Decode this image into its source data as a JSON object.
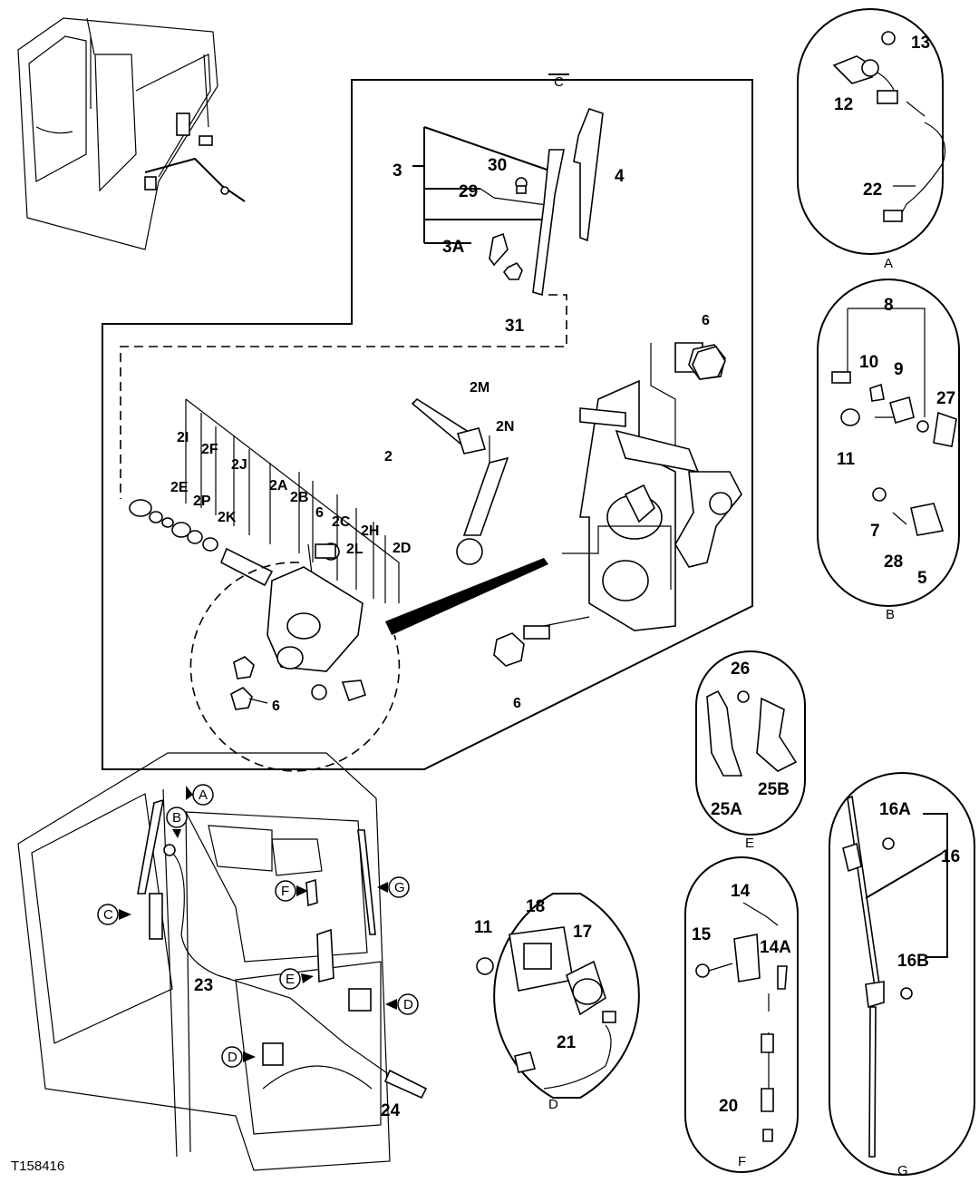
{
  "figure_id": "T158416",
  "detail_captions": {
    "A": "A",
    "B": "B",
    "C": "C",
    "D": "D",
    "E": "E",
    "F": "F",
    "G": "G"
  },
  "cab_callouts": {
    "A": "A",
    "B": "B",
    "C": "C",
    "D1": "D",
    "D2": "D",
    "E": "E",
    "F": "F",
    "G": "G"
  },
  "labels": {
    "p2": "2",
    "p2A": "2A",
    "p2B": "2B",
    "p2C": "2C",
    "p2D": "2D",
    "p2E": "2E",
    "p2F": "2F",
    "p2H": "2H",
    "p2I": "2I",
    "p2J": "2J",
    "p2K": "2K",
    "p2L": "2L",
    "p2M": "2M",
    "p2N": "2N",
    "p2P": "2P",
    "p3": "3",
    "p3A": "3A",
    "p4": "4",
    "p5": "5",
    "p6a": "6",
    "p6b": "6",
    "p6c": "6",
    "p6d": "6",
    "p7": "7",
    "p8": "8",
    "p9": "9",
    "p10": "10",
    "p11a": "11",
    "p11b": "11",
    "p12": "12",
    "p13": "13",
    "p14": "14",
    "p14A": "14A",
    "p15": "15",
    "p16": "16",
    "p16A": "16A",
    "p16B": "16B",
    "p17": "17",
    "p18": "18",
    "p20": "20",
    "p21": "21",
    "p22": "22",
    "p23": "23",
    "p24": "24",
    "p25A": "25A",
    "p25B": "25B",
    "p26": "26",
    "p27": "27",
    "p28": "28",
    "p29": "29",
    "p30": "30",
    "p31": "31"
  }
}
